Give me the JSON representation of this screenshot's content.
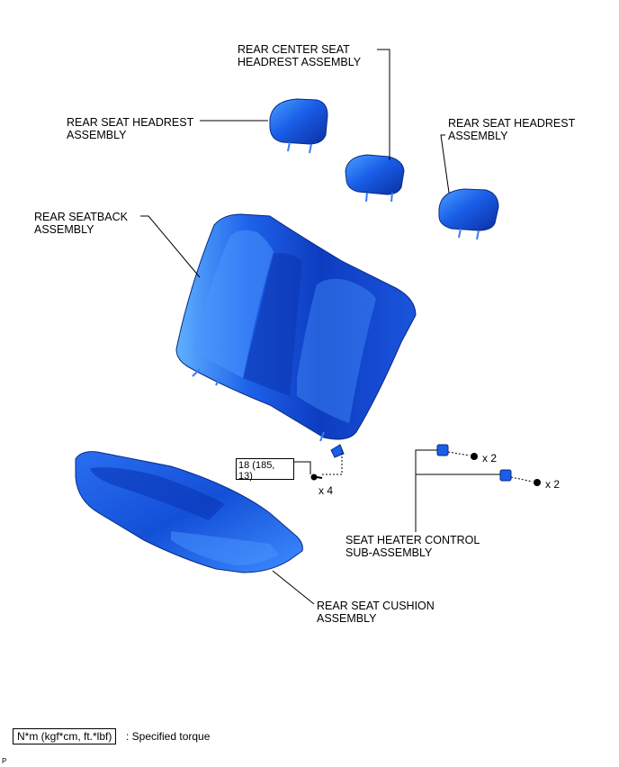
{
  "labels": {
    "rear_center_headrest": [
      "REAR CENTER SEAT",
      "HEADREST ASSEMBLY"
    ],
    "rear_headrest_left": [
      "REAR SEAT HEADREST",
      "ASSEMBLY"
    ],
    "rear_headrest_right": [
      "REAR SEAT HEADREST",
      "ASSEMBLY"
    ],
    "rear_seatback": [
      "REAR SEATBACK",
      "ASSEMBLY"
    ],
    "seat_heater_control": [
      "SEAT HEATER CONTROL",
      "SUB-ASSEMBLY"
    ],
    "rear_seat_cushion": [
      "REAR SEAT CUSHION",
      "ASSEMBLY"
    ]
  },
  "torque": {
    "line1": "18 (185,",
    "line2": "13)"
  },
  "quantities": {
    "bolts": "x 4",
    "screws_upper": "x 2",
    "screws_lower": "x 2"
  },
  "legend": {
    "box": "N*m (kgf*cm, ft.*lbf)",
    "text": ": Specified torque"
  },
  "corner_mark": "P",
  "colors": {
    "part_blue": "#1a5ee8",
    "part_dark": "#0a2fa0",
    "part_light": "#6fb6ff",
    "line": "#000000"
  }
}
